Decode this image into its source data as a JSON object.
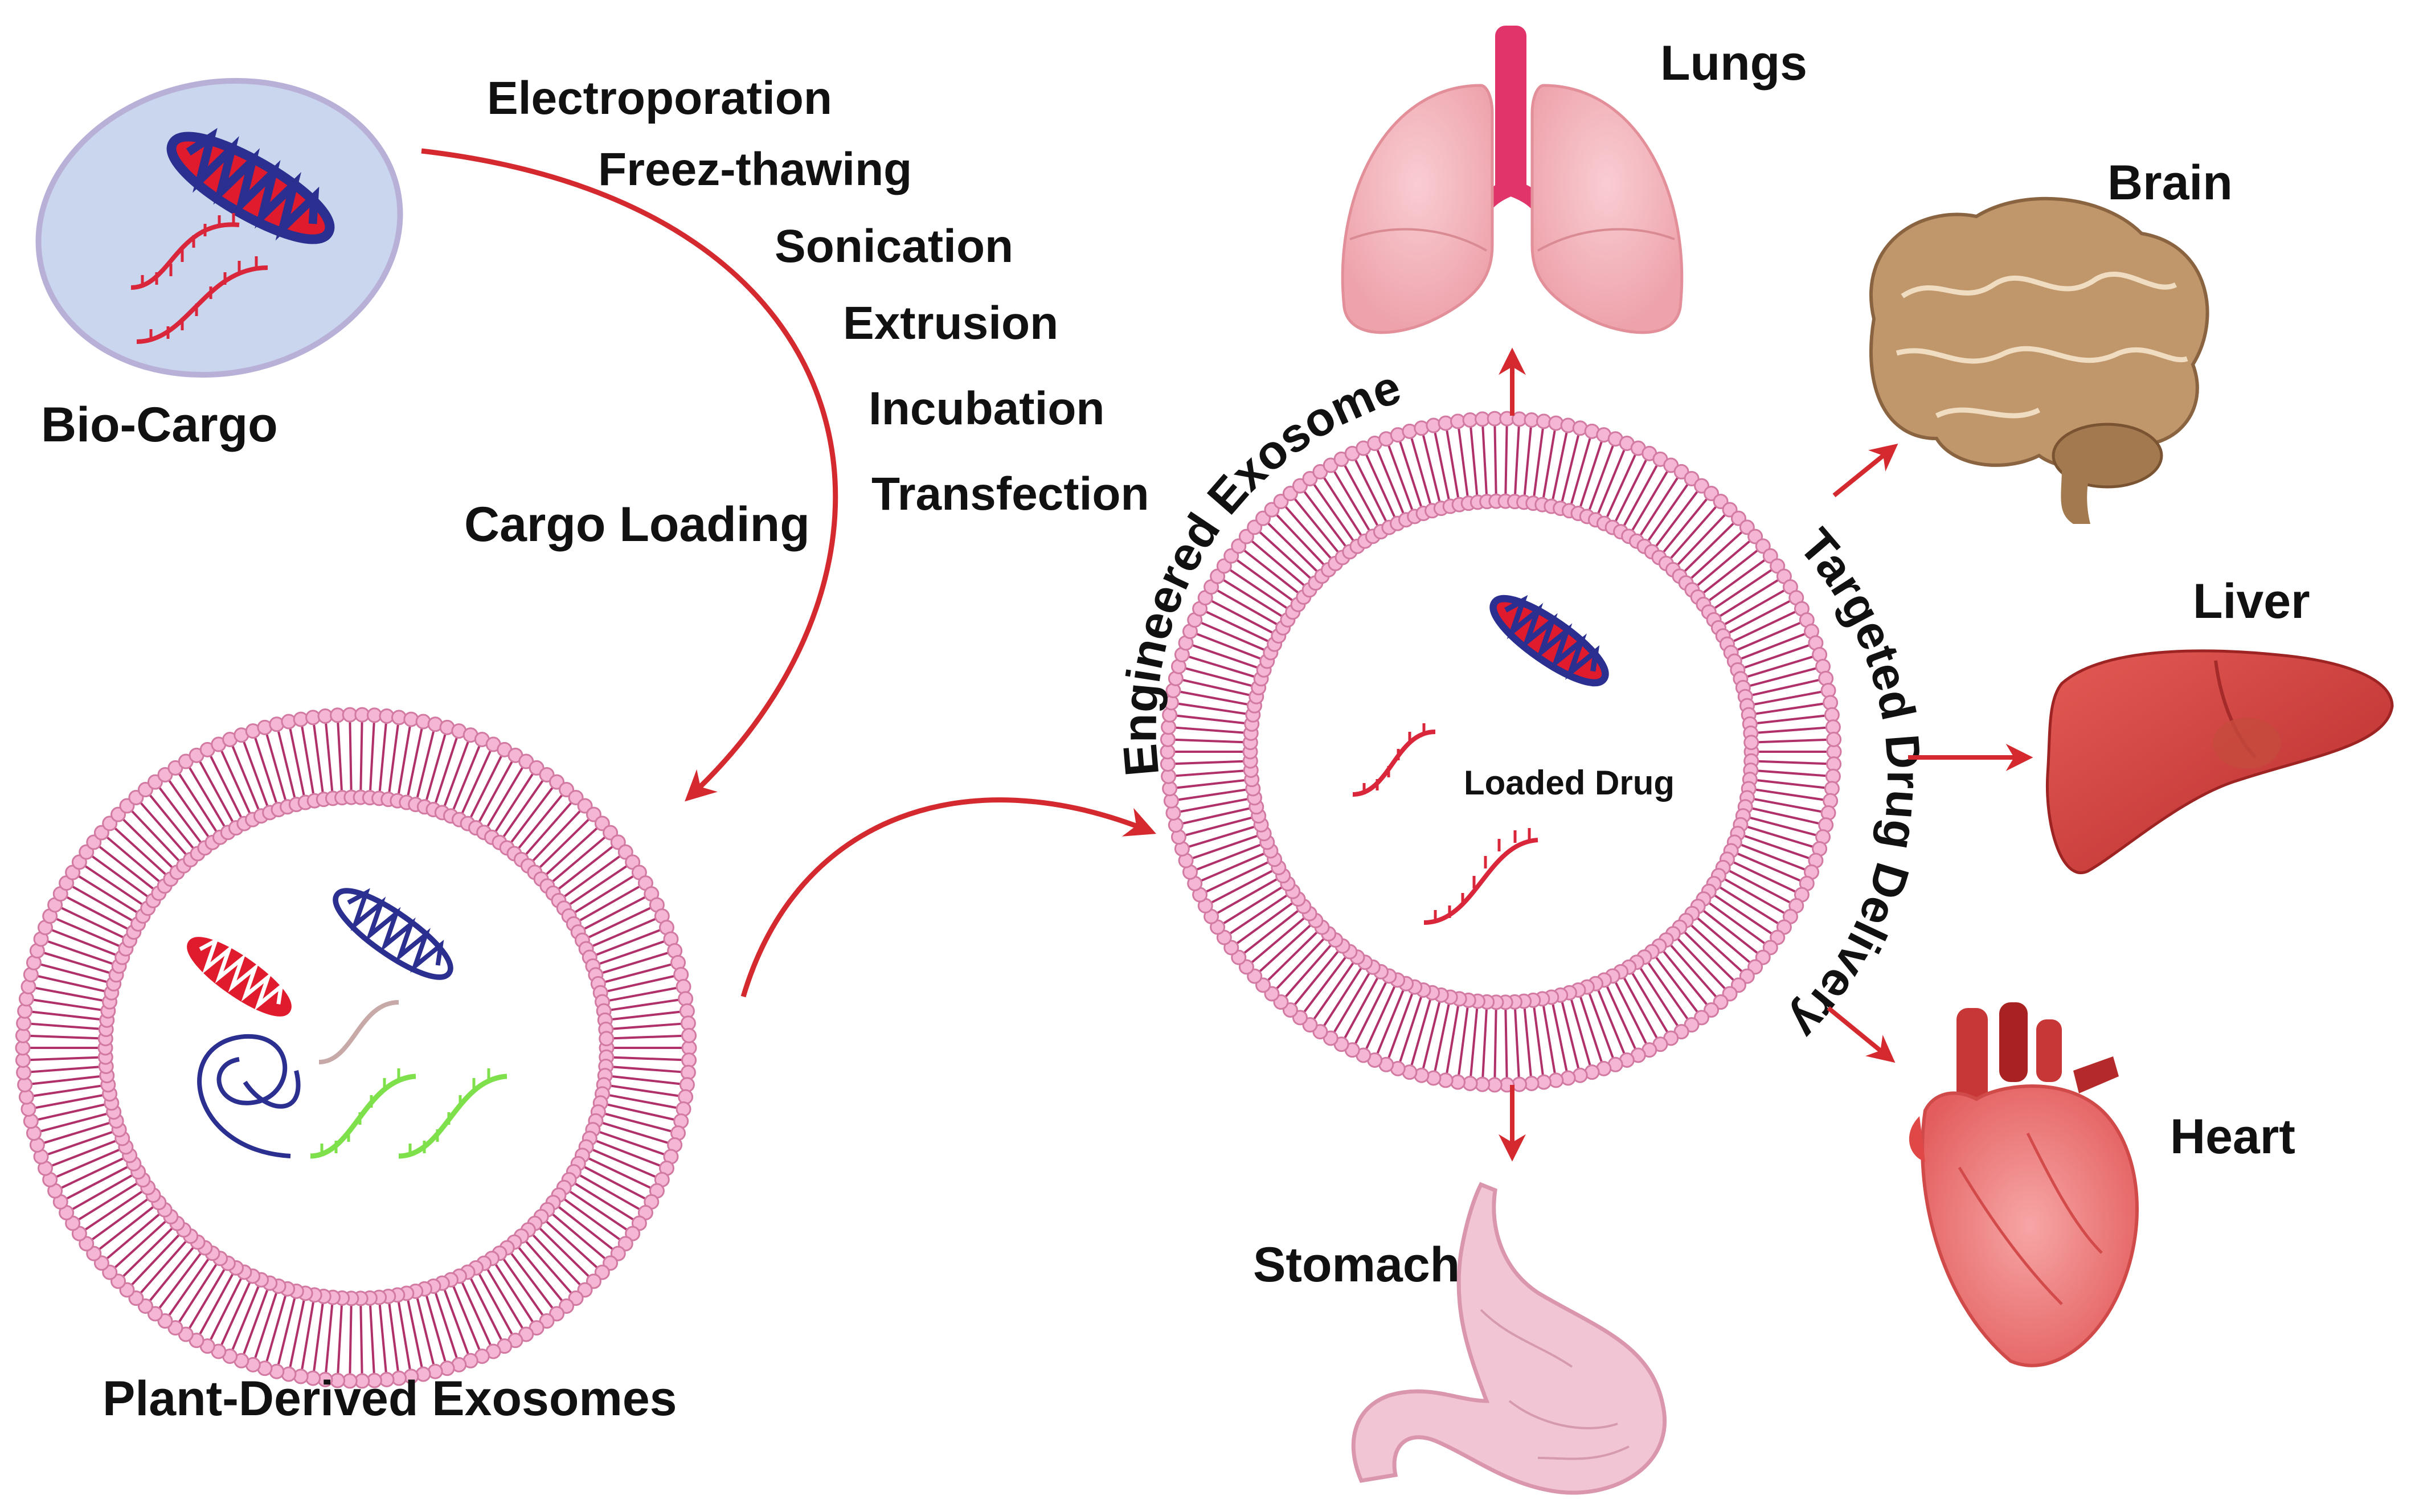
{
  "labels": {
    "bio_cargo": "Bio-Cargo",
    "cargo_loading": "Cargo Loading",
    "plant_exosomes": "Plant-Derived Exosomes",
    "engineered_exosome": "Engineered Exosome",
    "targeted_delivery": "Targeted Drug Delivery",
    "loaded_drug": "Loaded Drug"
  },
  "loading_methods": [
    "Electroporation",
    "Freez-thawing",
    "Sonication",
    "Extrusion",
    "Incubation",
    "Transfection"
  ],
  "organs": {
    "lungs": "Lungs",
    "brain": "Brain",
    "liver": "Liver",
    "heart": "Heart",
    "stomach": "Stomach"
  },
  "colors": {
    "arrow": "#d42a2f",
    "membrane": "#b0306a",
    "membrane_head": "#f4b6d2",
    "cargo_red": "#e01b2d",
    "cargo_blue": "#2b2f8f",
    "rna_green": "#7ee04a",
    "bio_cargo_fill": "#c9d6ee"
  },
  "icons": [
    "lungs-icon",
    "brain-icon",
    "liver-icon",
    "heart-icon",
    "stomach-icon",
    "mitochondria-icon",
    "rna-strand-icon",
    "plasmid-icon"
  ]
}
